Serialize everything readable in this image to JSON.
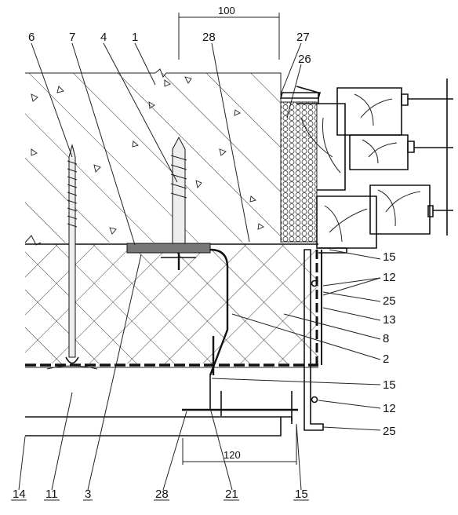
{
  "dimensions": {
    "top": "100",
    "bottom": "120"
  },
  "callouts": {
    "n6": "6",
    "n7": "7",
    "n4": "4",
    "n1": "1",
    "n28_top": "28",
    "n27": "27",
    "n26": "26",
    "n15_a": "15",
    "n12_a": "12",
    "n25_a": "25",
    "n13": "13",
    "n8": "8",
    "n2": "2",
    "n15_b": "15",
    "n12_b": "12",
    "n25_b": "25",
    "n14": "14",
    "n11": "11",
    "n3": "3",
    "n28_bottom": "28",
    "n21": "21",
    "n15_c": "15"
  }
}
